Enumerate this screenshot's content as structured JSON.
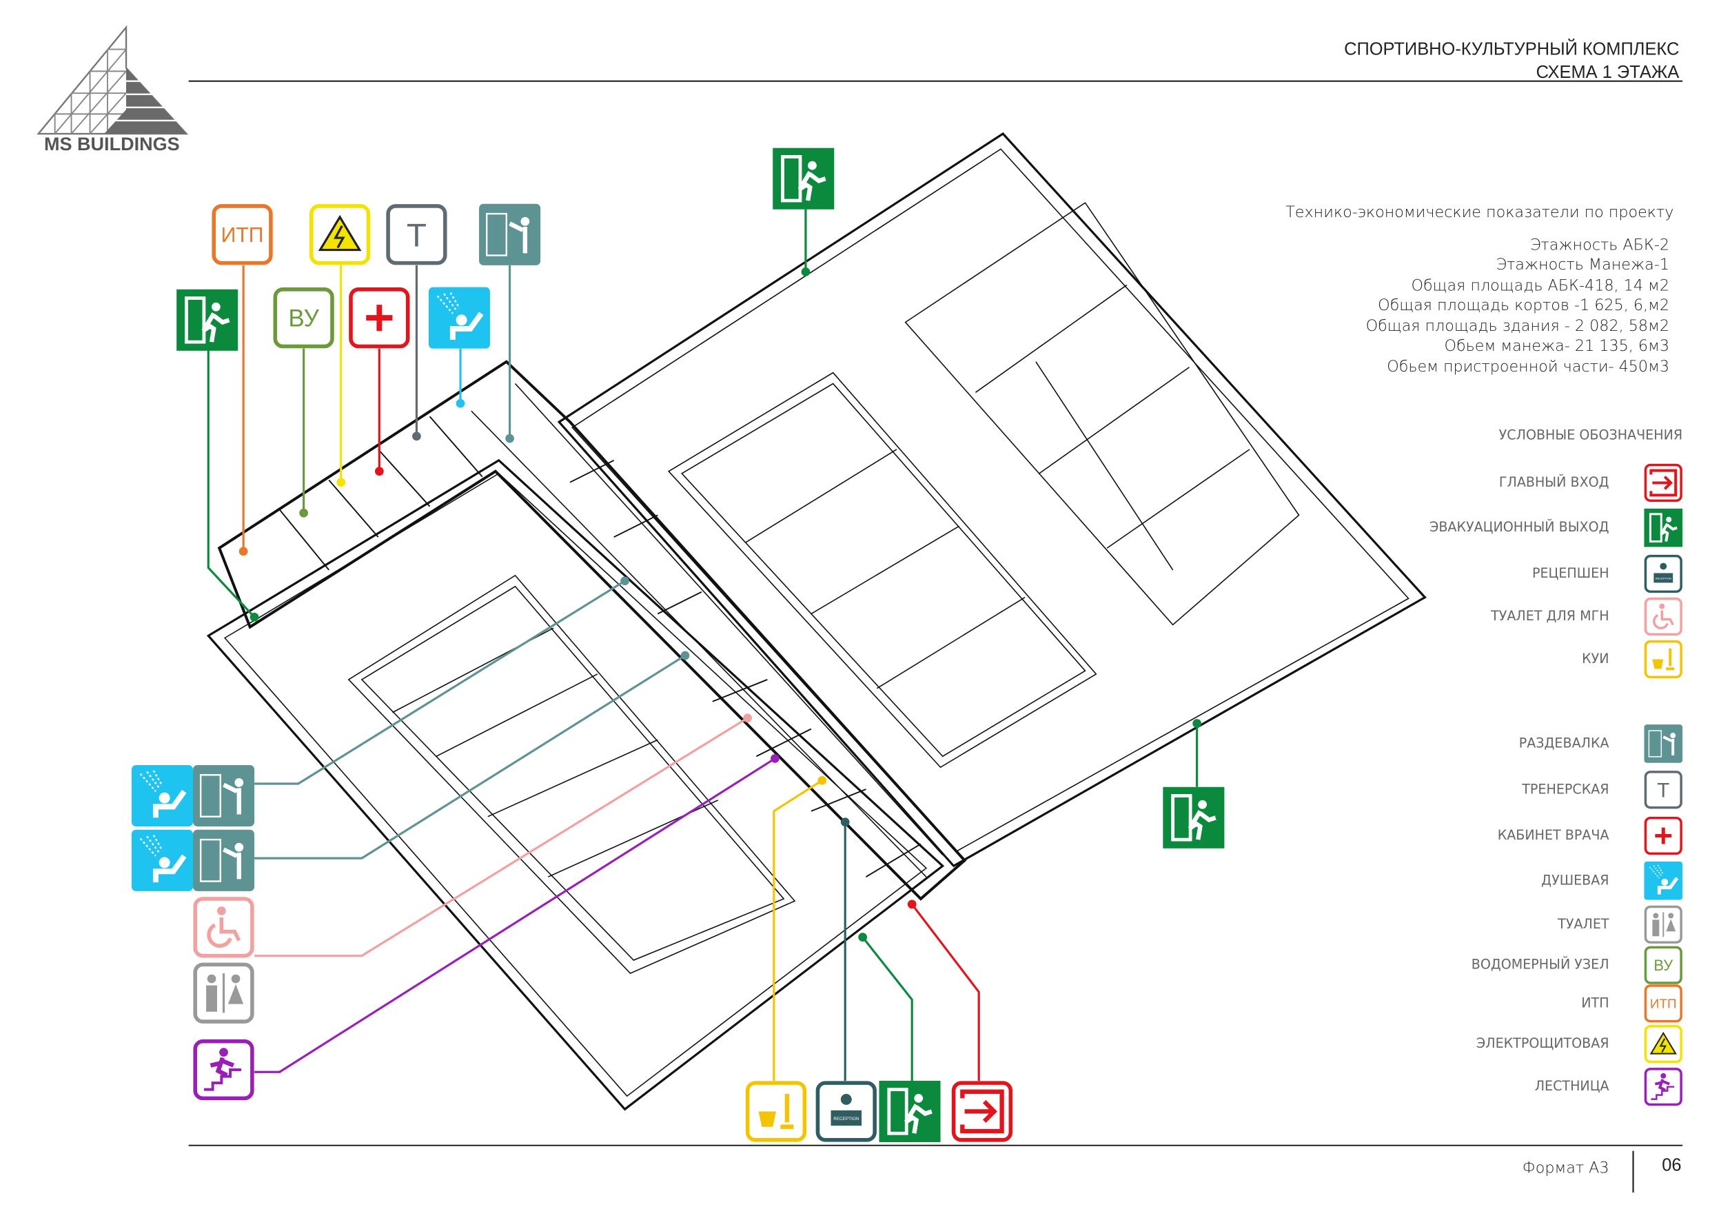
{
  "logo": {
    "text": "MS BUILDINGS"
  },
  "header": {
    "line1": "СПОРТИВНО-КУЛЬТУРНЫЙ КОМПЛЕКС",
    "line2": "СХЕМА 1 ЭТАЖА"
  },
  "indicators": {
    "title": "Технико-экономические  показатели по проекту",
    "items": [
      "Этажность АБК-2",
      "Этажность Манежа-1",
      "Общая площадь АБК-418, 14 м2",
      "Общая площадь кортов -1 625, 6,м2",
      "Общая площадь здания - 2 082, 58м2",
      "Обьем манежа- 21 135, 6м3",
      "Обьем пристроенной части- 450м3"
    ]
  },
  "legend": {
    "title": "УСЛОВНЫЕ ОБОЗНАЧЕНИЯ",
    "items": [
      {
        "label": "ГЛАВНЫЙ ВХОД",
        "icon": "entrance"
      },
      {
        "label": "ЭВАКУАЦИОННЫЙ ВЫХОД",
        "icon": "exit"
      },
      {
        "label": "РЕЦЕПШЕН",
        "icon": "reception"
      },
      {
        "label": "ТУАЛЕТ ДЛЯ МГН",
        "icon": "wheelchair"
      },
      {
        "label": "КУИ",
        "icon": "cleaning"
      },
      {
        "label": "РАЗДЕВАЛКА",
        "icon": "cloak"
      },
      {
        "label": "ТРЕНЕРСКАЯ",
        "icon": "t"
      },
      {
        "label": "КАБИНЕТ ВРАЧА",
        "icon": "plus"
      },
      {
        "label": "ДУШЕВАЯ",
        "icon": "shower"
      },
      {
        "label": "ТУАЛЕТ",
        "icon": "toilet"
      },
      {
        "label": "ВОДОМЕРНЫЙ УЗЕЛ",
        "icon": "vu"
      },
      {
        "label": "ИТП",
        "icon": "itp"
      },
      {
        "label": "ЭЛЕКТРОЩИТОВАЯ",
        "icon": "electric"
      },
      {
        "label": "ЛЕСТНИЦА",
        "icon": "stairs"
      }
    ]
  },
  "icon_text": {
    "itp": "ИТП",
    "vu": "ВУ",
    "t": "Т",
    "reception": "RECEPTION"
  },
  "colors": {
    "entrance": "#e3141b",
    "exit": "#0b8a3e",
    "reception": "#2f5d62",
    "wheelchair": "#f2a0a0",
    "cleaning": "#f5c400",
    "cloak": "#5e9393",
    "t": "#5f6b73",
    "plus": "#e3141b",
    "shower": "#1ec3f0",
    "toilet": "#999999",
    "vu": "#6a9a3a",
    "itp": "#e8772a",
    "electric": "#f3e300",
    "stairs": "#9a1fb8"
  },
  "footer": {
    "format": "Формат А3",
    "page": "06"
  }
}
